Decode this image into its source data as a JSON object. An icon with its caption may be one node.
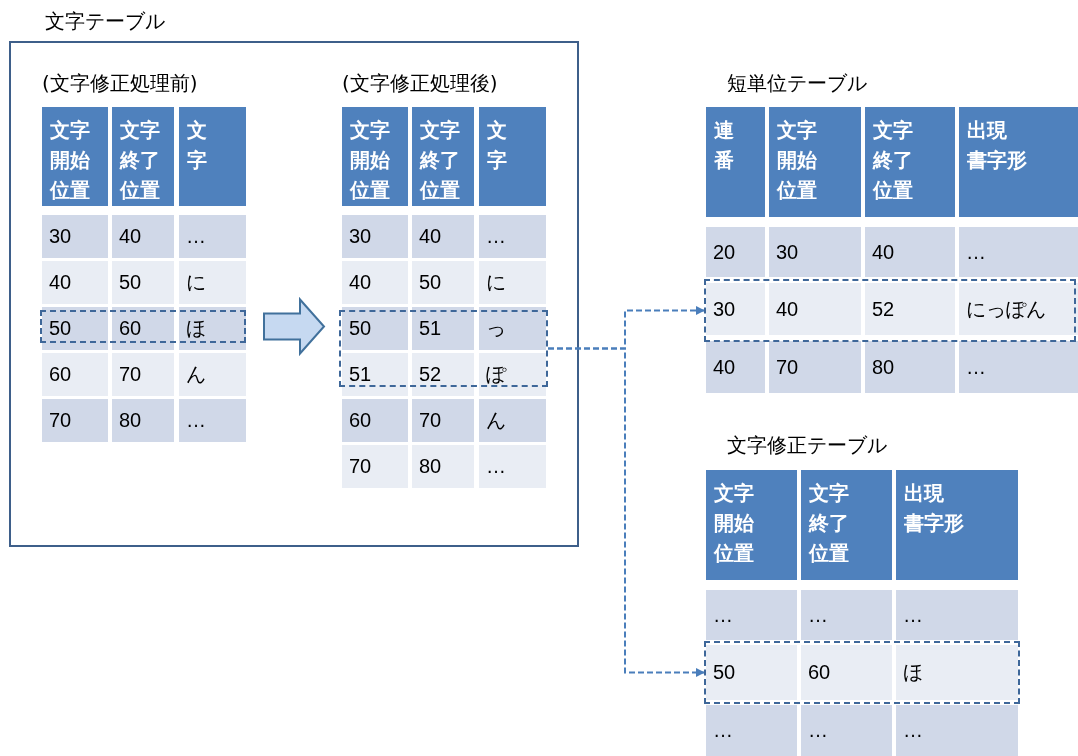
{
  "diagram": {
    "nodes": [
      {
        "text": [
          "文字テーブル"
        ]
      },
      {
        "text": [
          "(文字修正処理前)"
        ],
        "in": 0
      },
      {
        "text": [
          "(文字修正処理後)"
        ],
        "in": 0
      },
      {
        "text": [],
        "shape": "box",
        "in": 1
      },
      {
        "text": [],
        "shape": "box",
        "in": 2
      },
      {
        "text": [
          "短単位テーブル"
        ]
      },
      {
        "text": [],
        "shape": "box",
        "in": 5
      },
      {
        "text": [
          "文字修正テーブル"
        ]
      },
      {
        "text": [],
        "shape": "box",
        "in": 7
      }
    ],
    "edges": [
      {
        "from": 1,
        "to": 2,
        "arrow": "to",
        "style": "thick"
      },
      {
        "from": 4,
        "to": 6,
        "arrow": "to",
        "style": "dashed"
      },
      {
        "from": 4,
        "to": 8,
        "arrow": "to",
        "style": "dashed"
      }
    ],
    "labels": [
      "文字開始位置",
      "文字終了位置",
      "文字",
      "30",
      "40",
      "…",
      "40",
      "50",
      "に",
      "50",
      "60",
      "ほ",
      "60",
      "70",
      "ん",
      "70",
      "80",
      "…",
      "文字開始位置",
      "文字終了位置",
      "文字",
      "30",
      "40",
      "…",
      "40",
      "50",
      "に",
      "50",
      "51",
      "っ",
      "51",
      "52",
      "ぽ",
      "60",
      "70",
      "ん",
      "70",
      "80",
      "…",
      "連番",
      "文字開始位置",
      "文字終了位置",
      "出現書字形",
      "20",
      "30",
      "40",
      "…",
      "30",
      "40",
      "52",
      "にっぽん",
      "40",
      "70",
      "80",
      "…",
      "文字開始位置",
      "文字終了位置",
      "出現書字形",
      "…",
      "…",
      "…",
      "50",
      "60",
      "ほ",
      "…",
      "…",
      "…"
    ]
  }
}
